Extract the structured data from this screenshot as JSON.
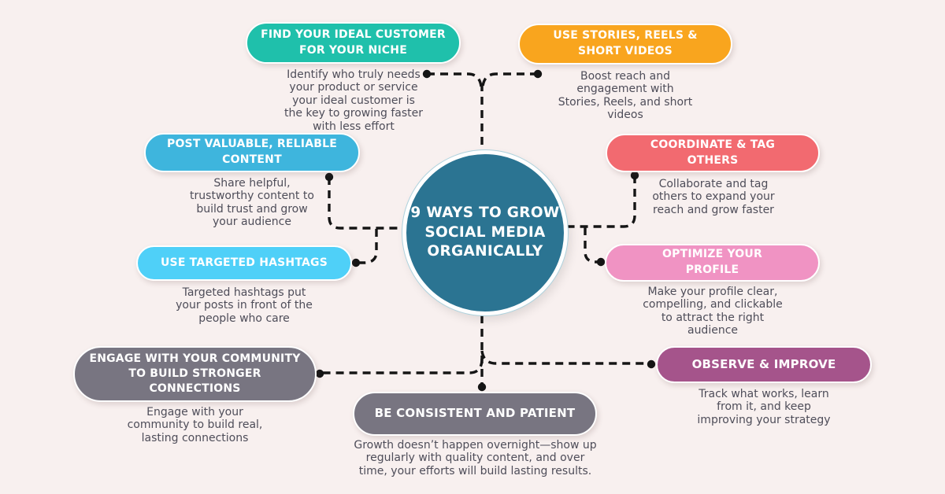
{
  "background_color": "#f8f0ef",
  "connectors": {
    "color": "#151515"
  },
  "center": {
    "title": "9 WAYS TO GROW\nSOCIAL MEDIA\nORGANICALLY",
    "color": "#2b7492"
  },
  "items": [
    {
      "id": "find-ideal-customer",
      "title": "FIND YOUR IDEAL CUSTOMER\nFOR YOUR NICHE",
      "description": "Identify who truly needs\nyour product or service\nyour ideal customer is\nthe key to growing faster\nwith less effort",
      "color": "#1fc0ab"
    },
    {
      "id": "use-stories-reels",
      "title": "USE STORIES, REELS &\nSHORT VIDEOS",
      "description": "Boost reach and\nengagement with\nStories, Reels, and short\nvideos",
      "color": "#f9a51e"
    },
    {
      "id": "post-valuable-content",
      "title": "POST VALUABLE, RELIABLE\nCONTENT",
      "description": "Share helpful,\ntrustworthy content to\nbuild trust and grow\nyour audience",
      "color": "#3eb5dd"
    },
    {
      "id": "coordinate-tag-others",
      "title": "COORDINATE & TAG\nOTHERS",
      "description": "Collaborate and tag\nothers to expand your\nreach and grow faster",
      "color": "#f26a70"
    },
    {
      "id": "use-targeted-hashtags",
      "title": "USE TARGETED HASHTAGS",
      "description": "Targeted hashtags put\nyour posts in front of the\npeople who care",
      "color": "#4fd0f8"
    },
    {
      "id": "optimize-your-profile",
      "title": "OPTIMIZE YOUR\nPROFILE",
      "description": "Make your profile clear,\ncompelling, and clickable\nto attract the right\naudience",
      "color": "#f093c3"
    },
    {
      "id": "engage-with-community",
      "title": "ENGAGE WITH YOUR COMMUNITY\nTO BUILD STRONGER\nCONNECTIONS",
      "description": "Engage with your\ncommunity to build real,\nlasting connections",
      "color": "#787581"
    },
    {
      "id": "be-consistent-patient",
      "title": "BE CONSISTENT AND PATIENT",
      "description": "Growth doesn’t happen overnight—show up\nregularly with quality content, and over\ntime, your efforts will build lasting results.",
      "color": "#787581"
    },
    {
      "id": "observe-improve",
      "title": "OBSERVE & IMPROVE",
      "description": "Track what works, learn\nfrom it, and keep\nimproving your strategy",
      "color": "#a5548b"
    }
  ]
}
